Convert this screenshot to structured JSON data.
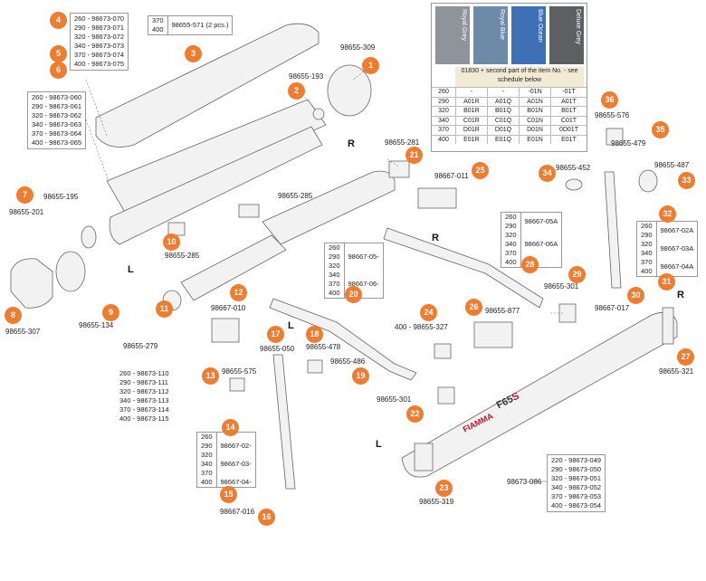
{
  "side_labels": {
    "left": "L",
    "right": "R"
  },
  "parts": [
    {
      "id": "1",
      "codes": [
        "98655-309"
      ]
    },
    {
      "id": "2",
      "codes": [
        "98655-193"
      ]
    },
    {
      "id": "3",
      "codes": [
        "98655-571 (2 pcs.)"
      ],
      "sizes": [
        "370",
        "400"
      ]
    },
    {
      "id": "4",
      "list": [
        "260 - 98673-070",
        "290 - 98673-071",
        "320 - 98673-072",
        "340 - 98673-073",
        "370 - 98673-074",
        "400 - 98673-075"
      ]
    },
    {
      "id": "5"
    },
    {
      "id": "6"
    },
    {
      "id": "7",
      "codes": [
        "98655-195",
        "98655-201"
      ]
    },
    {
      "id": "8",
      "codes": [
        "98655-307"
      ]
    },
    {
      "id": "9",
      "codes": [
        "98655-134"
      ]
    },
    {
      "id": "10",
      "codes": [
        "98655-285"
      ]
    },
    {
      "id": "11",
      "codes": [
        "98655-279"
      ]
    },
    {
      "id": "12",
      "codes": [
        "98667-010"
      ]
    },
    {
      "id": "13",
      "codes": [
        "98655-575"
      ]
    },
    {
      "id": "14",
      "sizes": [
        "260",
        "290",
        "320",
        "340",
        "370",
        "400"
      ],
      "codes": [
        "98667-02-",
        "98667-03-",
        "98667-04-"
      ]
    },
    {
      "id": "15"
    },
    {
      "id": "16",
      "codes": [
        "98667-016"
      ]
    },
    {
      "id": "17",
      "codes": [
        "98655-050"
      ]
    },
    {
      "id": "18",
      "codes": [
        "98655-478"
      ]
    },
    {
      "id": "19",
      "codes": [
        "98655-486"
      ]
    },
    {
      "id": "20",
      "sizes": [
        "260",
        "290",
        "320",
        "340",
        "370",
        "400"
      ],
      "codes": [
        "98667-05-",
        "98667-06-"
      ]
    },
    {
      "id": "21",
      "codes": [
        "98655-281"
      ]
    },
    {
      "id": "22",
      "codes": [
        "98655-301"
      ]
    },
    {
      "id": "23",
      "codes": [
        "98655-319"
      ]
    },
    {
      "id": "24",
      "codes": [
        "400 - 98655-327"
      ]
    },
    {
      "id": "25",
      "codes": [
        "98667-011"
      ]
    },
    {
      "id": "26",
      "codes": [
        "98655-877"
      ]
    },
    {
      "id": "27",
      "codes": [
        "98655-321"
      ]
    },
    {
      "id": "28",
      "sizes": [
        "260",
        "290",
        "320",
        "340",
        "370",
        "400"
      ],
      "codes": [
        "98667-05A",
        "98667-06A"
      ]
    },
    {
      "id": "29",
      "codes": [
        "98655-301"
      ]
    },
    {
      "id": "30",
      "codes": [
        "98667-017"
      ]
    },
    {
      "id": "31",
      "sizes": [
        "260",
        "290",
        "320",
        "340",
        "370",
        "400"
      ],
      "codes": [
        "98667-02A",
        "98667-03A",
        "98667-04A"
      ]
    },
    {
      "id": "32"
    },
    {
      "id": "33",
      "codes": [
        "98655-487"
      ]
    },
    {
      "id": "34",
      "codes": [
        "98655-452"
      ]
    },
    {
      "id": "35",
      "codes": [
        "98655-479"
      ]
    },
    {
      "id": "36",
      "codes": [
        "98655-576"
      ]
    }
  ],
  "extra_codes": {
    "profile_list": [
      "260 - 98673-060",
      "290 - 98673-061",
      "320 - 98673-062",
      "340 - 98673-063",
      "370 - 98673-064",
      "400 - 98673-065"
    ],
    "tube_list": [
      "260 - 98673-110",
      "290 - 98673-111",
      "320 - 98673-112",
      "340 - 98673-113",
      "370 - 98673-114",
      "400 - 98673-115"
    ],
    "canvas_list": [
      "220 - 98673-049",
      "290 - 98673-050",
      "320 - 98673-051",
      "340 - 98673-052",
      "370 - 98673-053",
      "400 - 98673-054"
    ],
    "rail_code": "98655-285",
    "canvas_code": "98673-086",
    "brand": "FIAMMA",
    "model": "F65",
    "model_suffix": "S"
  },
  "color_table": {
    "swatches": [
      {
        "name": "Royal Grey",
        "color": "#8e9499"
      },
      {
        "name": "Royal Blue",
        "color": "#6d8aa8"
      },
      {
        "name": "Blue Ocean",
        "color": "#3f6fb5"
      },
      {
        "name": "Deluxe Grey",
        "color": "#5d5f63"
      }
    ],
    "note": "01830 + second part of the item No. - see schedule below",
    "rows": [
      [
        "260",
        "-",
        "-",
        "-01N",
        "-01T"
      ],
      [
        "290",
        "A01R",
        "A01Q",
        "A01N",
        "A01T"
      ],
      [
        "320",
        "B01R",
        "B01Q",
        "B01N",
        "B01T"
      ],
      [
        "340",
        "C01R",
        "C01Q",
        "C01N",
        "C01T"
      ],
      [
        "370",
        "D01R",
        "D01Q",
        "D01N",
        "0D01T"
      ],
      [
        "400",
        "E01R",
        "E01Q",
        "E01N",
        "E01T"
      ]
    ]
  }
}
